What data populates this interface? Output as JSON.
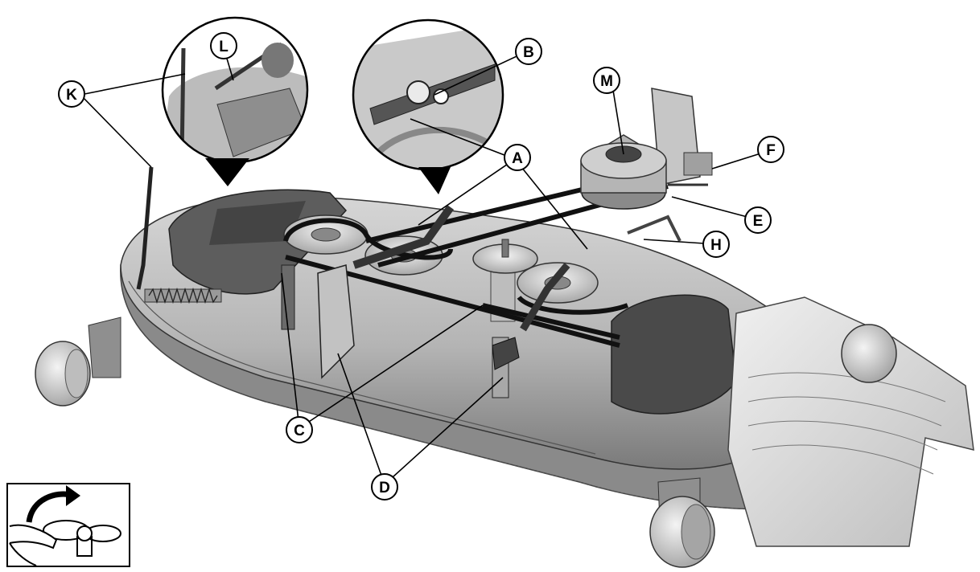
{
  "callouts": {
    "A": "A",
    "B": "B",
    "C": "C",
    "D": "D",
    "E": "E",
    "F": "F",
    "H": "H",
    "K": "K",
    "L": "L",
    "M": "M"
  },
  "colors": {
    "deck_light": "#c9c9c9",
    "deck_mid": "#a9a9a9",
    "deck_dark": "#6f6f6f",
    "belt": "#111111",
    "outline": "#000000"
  },
  "icons": {
    "inset_hand": "hand-turning-knob-icon",
    "rotate_arrow": "curved-arrow-icon"
  }
}
